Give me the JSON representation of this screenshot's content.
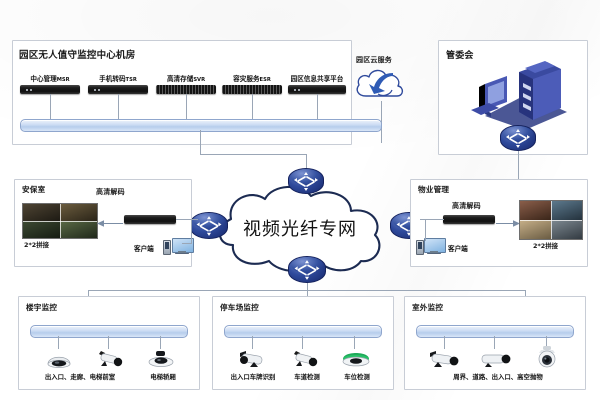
{
  "diagram": {
    "title": "园区无人值守监控中心机房",
    "core_network_label": "视频光纤专网"
  },
  "center_room": {
    "title": "园区无人值守监控中心机房",
    "devices": [
      {
        "name_cn": "中心管理",
        "suffix": "MSR"
      },
      {
        "name_cn": "手机转码",
        "suffix": "TSR"
      },
      {
        "name_cn": "高清存储",
        "suffix": "SVR"
      },
      {
        "name_cn": "容灾服务",
        "suffix": "ESR"
      },
      {
        "name_cn": "园区信息共享平台",
        "suffix": ""
      }
    ]
  },
  "cloud_service": {
    "label": "园区云服务",
    "icon": "cloud-download-icon"
  },
  "committee": {
    "title": "管委会",
    "icon": "server-workstation-icon",
    "router_icon": "router-icon"
  },
  "security_room": {
    "title": "安保室",
    "decoder_label": "高清解码",
    "wall_label": "2*2拼接",
    "client_label": "客户端"
  },
  "property_room": {
    "title": "物业管理",
    "decoder_label": "高清解码",
    "wall_label": "2*2拼接",
    "client_label": "客户端"
  },
  "building_zone": {
    "title": "楼宇监控",
    "cameras": [
      {
        "type": "dome-camera-icon"
      },
      {
        "type": "bullet-camera-icon"
      },
      {
        "type": "mini-dome-camera-icon"
      }
    ],
    "labels": [
      "出入口、走廊、电梯前室",
      "电梯轿厢"
    ]
  },
  "parking_zone": {
    "title": "停车场监控",
    "cameras": [
      {
        "type": "bullet-camera-icon"
      },
      {
        "type": "bullet-camera-icon"
      },
      {
        "type": "green-dome-camera-icon"
      }
    ],
    "labels": [
      "出入口车牌识别",
      "车道检测",
      "车位检测"
    ]
  },
  "outdoor_zone": {
    "title": "室外监控",
    "cameras": [
      {
        "type": "bullet-camera-icon"
      },
      {
        "type": "bullet-camera-icon"
      },
      {
        "type": "ptz-dome-camera-icon"
      }
    ],
    "labels": [
      "周界、道路、出入口、高空抛物"
    ]
  },
  "colors": {
    "bus_fill": "#cdddf4",
    "bus_border": "#8fa6cd",
    "router_blue": "#2f4a9c",
    "panel_border": "#c8cdd6",
    "line": "#9aa6b6",
    "green_dome": "#1faa5a"
  }
}
